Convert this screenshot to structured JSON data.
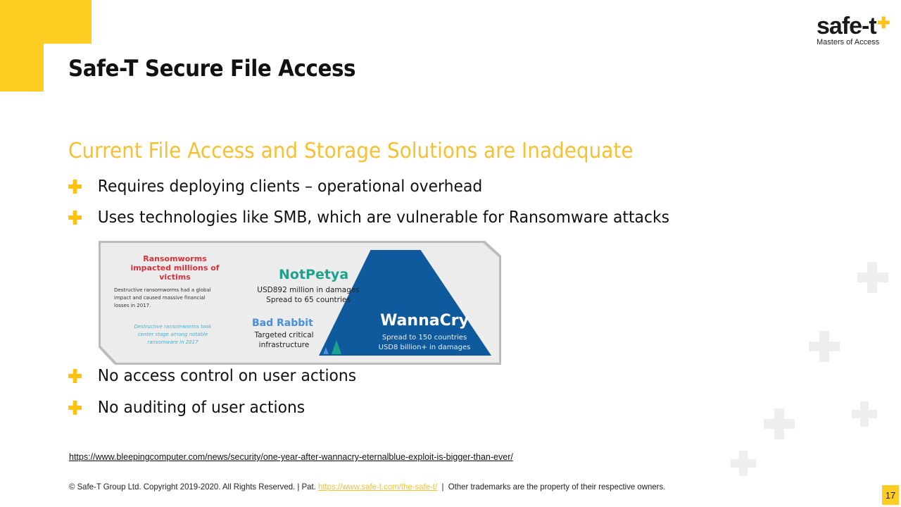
{
  "header": {
    "title": "Safe-T Secure File Access"
  },
  "logo": {
    "word": "safe-t",
    "tagline": "Masters of Access"
  },
  "main": {
    "subtitle": "Current File Access and Storage Solutions are Inadequate",
    "bullets": [
      "Requires deploying clients – operational overhead",
      "Uses technologies like SMB, which are vulnerable for Ransomware attacks",
      "No access control on user actions",
      "No auditing of user actions"
    ],
    "infographic": {
      "heading": "Ransomworms impacted millions of victims",
      "description": "Destructive ransomworms had a global impact and caused massive financial losses in 2017.",
      "note": "Destructive ransomworms took center stage among notable ransomware in 2017",
      "notpetya": {
        "name": "NotPetya",
        "line1": "USD892 million in damages",
        "line2": "Spread to 65 countries"
      },
      "badrabbit": {
        "name": "Bad Rabbit",
        "line1": "Targeted critical infrastructure"
      },
      "wannacry": {
        "name": "WannaCry",
        "line1": "Spread to 150 countries",
        "line2": "USD8 billion+ in damages"
      }
    },
    "source_link": "https://www.bleepingcomputer.com/news/security/one-year-after-wannacry-eternalblue-exploit-is-bigger-than-ever/"
  },
  "footer": {
    "copyright": "© Safe-T Group Ltd. Copyright 2019-2020.  All Rights Reserved. | Pat. ",
    "patent_link": "https://www.safe-t.com/the-safe-t/",
    "trademarks": "  |  Other trademarks are the property of their respective owners.",
    "page_number": "17"
  },
  "colors": {
    "accent": "#FFCC22",
    "subtitle": "#F5C031"
  }
}
